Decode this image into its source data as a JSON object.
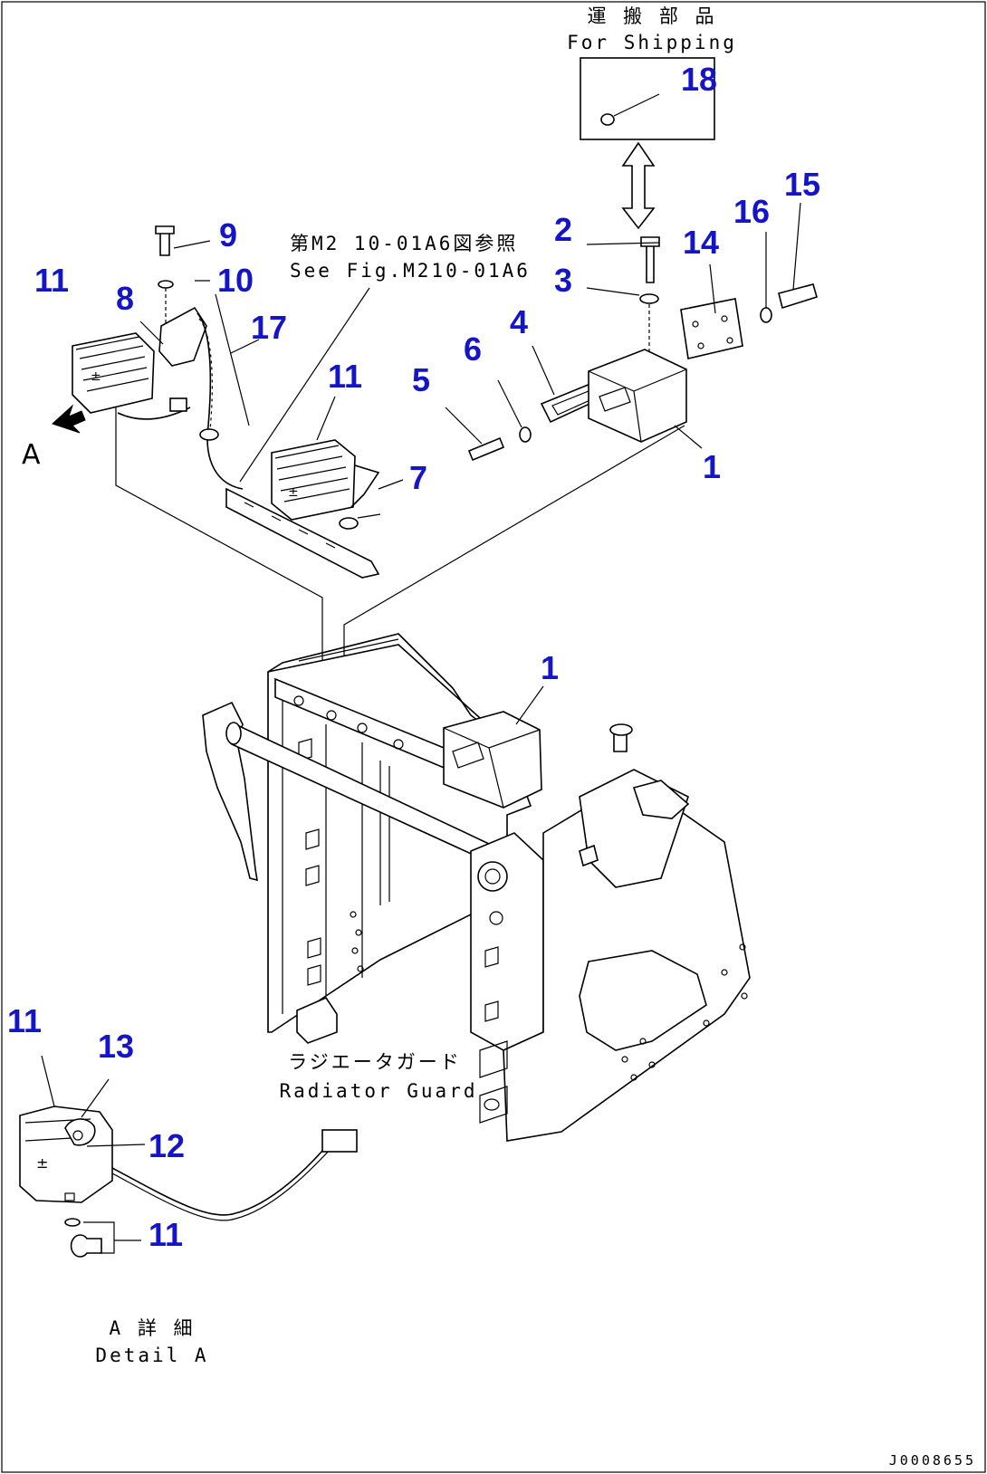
{
  "shipping_box": {
    "label_ja": "運 搬 部 品",
    "label_en": "For Shipping"
  },
  "reference": {
    "label_ja": "第M2 10-01A6図参照",
    "label_en": "See Fig.M210-01A6"
  },
  "radiator_guard": {
    "label_ja": "ラジエータガード",
    "label_en": "Radiator Guard"
  },
  "detail": {
    "label_ja": "A 詳 細",
    "label_en": "Detail A",
    "view_letter": "A"
  },
  "drawing_code": "J0008655",
  "callouts": {
    "c1a": "1",
    "c1b": "1",
    "c2": "2",
    "c3": "3",
    "c4": "4",
    "c5": "5",
    "c6": "6",
    "c7": "7",
    "c8": "8",
    "c9": "9",
    "c10": "10",
    "c11a": "11",
    "c11b": "11",
    "c11c": "11",
    "c11d": "11",
    "c12": "12",
    "c13": "13",
    "c14": "14",
    "c15": "15",
    "c16": "16",
    "c17": "17",
    "c18": "18"
  },
  "colors": {
    "callout": "#1515c8",
    "line": "#000000",
    "background": "#ffffff"
  }
}
